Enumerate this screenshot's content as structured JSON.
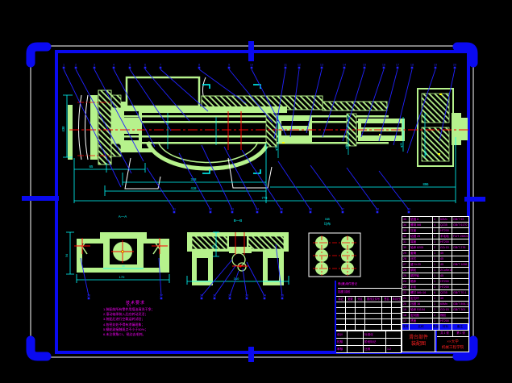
{
  "colors": {
    "background": "#000000",
    "frame_blue": "#0a0af0",
    "drawing_green": "#b6f28c",
    "dimension_cyan": "#00ffff",
    "centerline_red": "#ff0000",
    "leader_blue": "#2222ff",
    "table_text_magenta": "#ff00ff",
    "title_text_red": "#ff2020",
    "frame_white": "#ffffff"
  },
  "sections": {
    "aa_label": "A—A",
    "bb_label": "B—B",
    "aa_scale": "1:1",
    "plate_label_line1": "M8",
    "plate_label_line2": "均布"
  },
  "dims": {
    "main": {
      "d65": "65",
      "d358": "358",
      "d418": "418",
      "d770": "778",
      "d896": "896",
      "v438": "438",
      "phi35": "φ35",
      "phi30": "φ30",
      "phi25": "φ25",
      "phi62": "φ62"
    },
    "aa": {
      "v54": "54",
      "w170": "170",
      "w40": "40"
    },
    "bb": {
      "w340": "340",
      "v35": "35"
    }
  },
  "balloons": {
    "top": [
      "1",
      "2",
      "3",
      "4",
      "5",
      "6",
      "7",
      "8",
      "9",
      "10",
      "11",
      "12",
      "13",
      "14",
      "15",
      "16",
      "17",
      "18",
      "19",
      "20"
    ],
    "bottom": [
      "21",
      "22",
      "23",
      "24",
      "25",
      "26",
      "27",
      "28",
      "29"
    ],
    "bb": [
      "30",
      "31",
      "32",
      "33",
      "34",
      "35"
    ],
    "aa": [
      "36",
      "37"
    ]
  },
  "notes": {
    "title": "技术要求",
    "lines": [
      "1.装配前所有零件用煤油清洗干净；",
      "2.滚动轴承装入后应转动灵活；",
      "3.装配后进行空载运转试验；",
      "4.各密封处不得有渗漏现象；",
      "5.蜗轮副接触斑点不小于50%；",
      "6.未注倒角C1，锐边去毛刺。"
    ]
  },
  "bom": {
    "header": [
      "序号",
      "名称",
      "数量",
      "材料",
      "备注"
    ],
    "rows": [
      {
        "seq": "35",
        "name": "垫圈 8",
        "qty": "4",
        "mat": "65Mn",
        "note": "GB/T 93"
      },
      {
        "seq": "34",
        "name": "螺母 M8",
        "qty": "4",
        "mat": "Q235",
        "note": "GB/T 6170"
      },
      {
        "seq": "33",
        "name": "压盖",
        "qty": "1",
        "mat": "HT200",
        "note": ""
      },
      {
        "seq": "32",
        "name": "毡圈 25",
        "qty": "1",
        "mat": "羊毛毡",
        "note": "FZ/T 25001"
      },
      {
        "seq": "31",
        "name": "端盖",
        "qty": "1",
        "mat": "HT200",
        "note": ""
      },
      {
        "seq": "30",
        "name": "轴承 6205",
        "qty": "2",
        "mat": "GCr15",
        "note": "GB/T 276"
      },
      {
        "seq": "29",
        "name": "套筒",
        "qty": "1",
        "mat": "45",
        "note": ""
      },
      {
        "seq": "28",
        "name": "丝杠",
        "qty": "1",
        "mat": "45",
        "note": ""
      },
      {
        "seq": "27",
        "name": "键 5×20",
        "qty": "1",
        "mat": "45",
        "note": "GB/T 1096"
      },
      {
        "seq": "26",
        "name": "蜗轮",
        "qty": "1",
        "mat": "ZCuSn10P1",
        "note": ""
      },
      {
        "seq": "25",
        "name": "蜗杆轴",
        "qty": "1",
        "mat": "45",
        "note": ""
      },
      {
        "seq": "24",
        "name": "箱体",
        "qty": "1",
        "mat": "HT200",
        "note": ""
      },
      {
        "seq": "23",
        "name": "手轮",
        "qty": "1",
        "mat": "HT200",
        "note": ""
      },
      {
        "seq": "22",
        "name": "螺钉 M6×16",
        "qty": "6",
        "mat": "Q235",
        "note": "GB/T 70.1"
      },
      {
        "seq": "21",
        "name": "定位环",
        "qty": "1",
        "mat": "45",
        "note": ""
      },
      {
        "seq": "20",
        "name": "挡圈 16",
        "qty": "1",
        "mat": "65Mn",
        "note": "GB/T 894.1"
      },
      {
        "seq": "19",
        "name": "轴承 51104",
        "qty": "2",
        "mat": "GCr15",
        "note": "GB/T 301"
      },
      {
        "seq": "18",
        "name": "密封圈",
        "qty": "2",
        "mat": "橡胶",
        "note": ""
      },
      {
        "seq": "17",
        "name": "透盖",
        "qty": "1",
        "mat": "HT200",
        "note": ""
      }
    ]
  },
  "titleblock": {
    "aux_row1": "借(通)用件登记",
    "aux_row2": "描图    描校",
    "rev_header": [
      "标记",
      "处数",
      "分区",
      "更改文件号",
      "签名",
      "年月日"
    ],
    "role_r1": [
      "设计",
      "",
      "标准化",
      ""
    ],
    "role_r2": [
      "校核",
      "",
      "阶段标记",
      ""
    ],
    "role_r3": [
      "审核",
      "",
      "比例",
      "1:2"
    ],
    "sheets": "共 1 张",
    "sheet_no": "第 1 张",
    "drawing_name_line1": "滑台部件",
    "drawing_name_line2": "装配图",
    "unit_line1": "××大学",
    "unit_line2": "机械工程学院"
  }
}
